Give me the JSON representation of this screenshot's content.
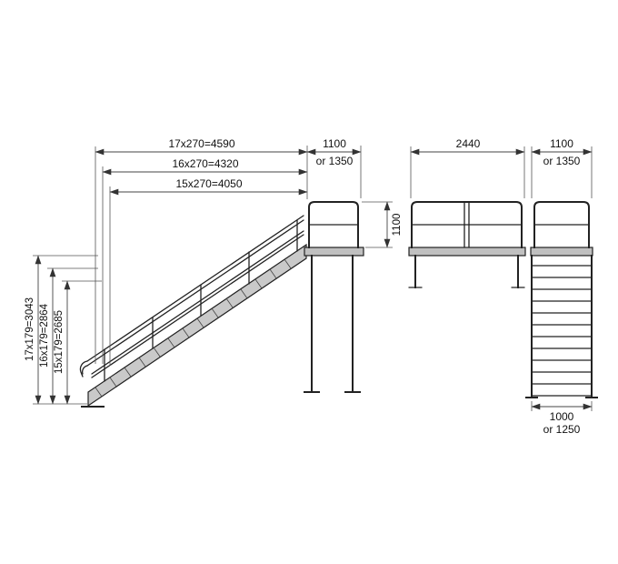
{
  "side_view": {
    "dim_run_17": "17x270=4590",
    "dim_run_16": "16x270=4320",
    "dim_run_15": "15x270=4050",
    "dim_platform_depth_line1": "1100",
    "dim_platform_depth_line2": "or 1350",
    "dim_guardrail_height": "1100",
    "dim_rise_17": "17x179=3043",
    "dim_rise_16": "16x179=2864",
    "dim_rise_15": "15x179=2685"
  },
  "front_view": {
    "dim_platform_length": "2440",
    "dim_platform_depth_line1": "1100",
    "dim_platform_depth_line2": "or 1350",
    "dim_stair_width_line1": "1000",
    "dim_stair_width_line2": "or 1250"
  },
  "colors": {
    "background": "#ffffff",
    "line": "#222222",
    "dim_line": "#444444",
    "tread_fill": "#c9c9c9",
    "deck_fill": "#c0c0c0"
  }
}
